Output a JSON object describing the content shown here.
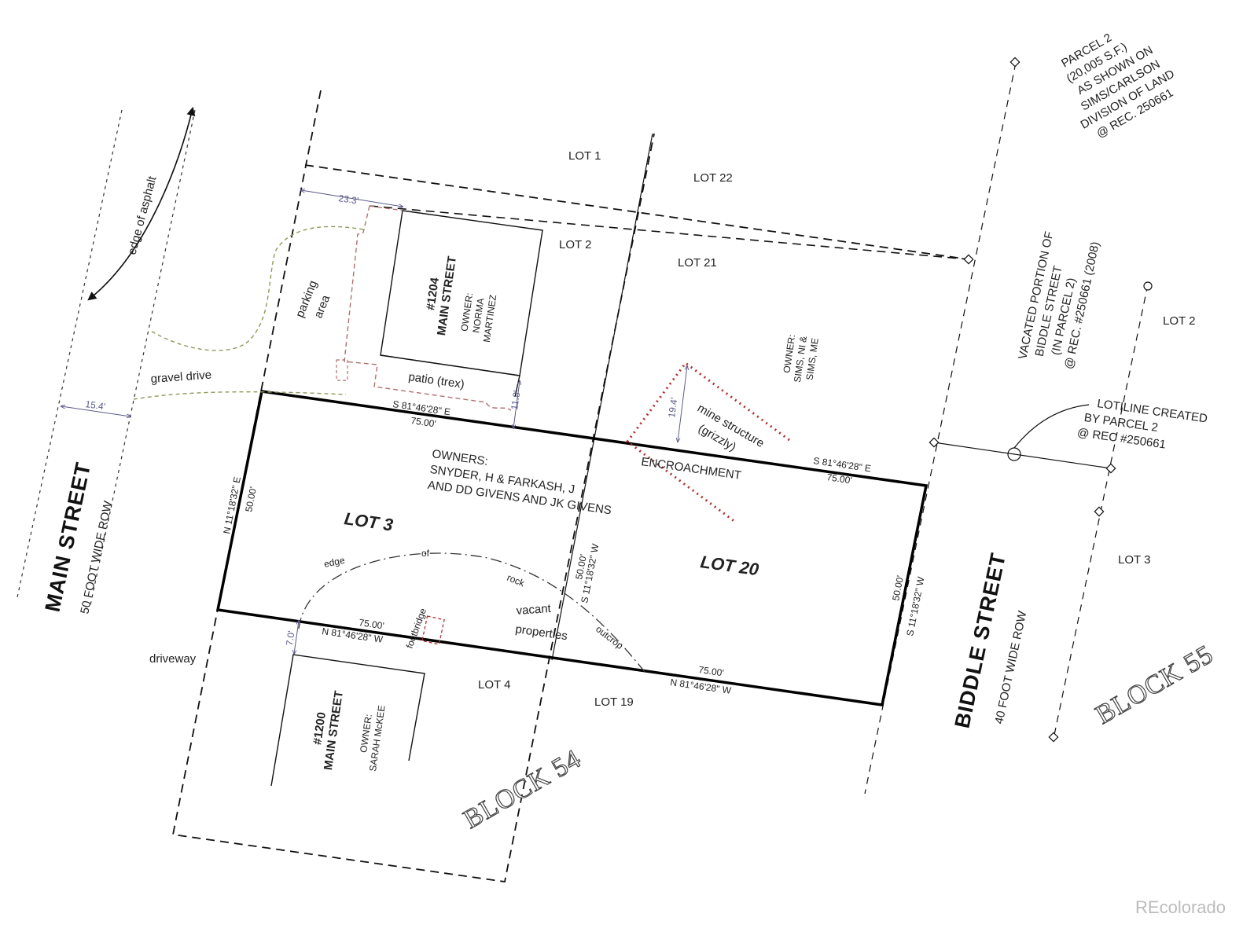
{
  "streets": {
    "main": {
      "name": "MAIN STREET",
      "row": "50 FOOT WIDE ROW"
    },
    "biddle": {
      "name": "BIDDLE STREET",
      "row": "40 FOOT WIDE ROW"
    }
  },
  "blocks": {
    "left": "BLOCK 54",
    "right": "BLOCK 55"
  },
  "lots": {
    "lot1": "LOT 1",
    "lot22": "LOT 22",
    "lot2": "LOT 2",
    "lot21": "LOT 21",
    "lot3": "LOT 3",
    "lot20": "LOT 20",
    "lot4": "LOT 4",
    "lot19": "LOT 19",
    "lot2_east": "LOT 2",
    "lot3_east": "LOT 3"
  },
  "subject_owners": [
    "OWNERS:",
    "SNYDER, H & FARKASH, J",
    "AND DD GIVENS AND JK GIVENS"
  ],
  "house_1204": {
    "address_num": "#1204",
    "address_street": "MAIN STREET",
    "owner_lines": [
      "OWNER:",
      "NORMA",
      "MARTINEZ"
    ]
  },
  "house_1200": {
    "address_num": "#1200",
    "address_street": "MAIN STREET",
    "owner_lines": [
      "OWNER:",
      "SARAH McKEE"
    ]
  },
  "lot21_owner_lines": [
    "OWNER:",
    "SIMS, NI &",
    "SIMS, ME"
  ],
  "bearings": {
    "north_line_bearing": "S 81°46'28\" E",
    "north_line_dist": "75.00'",
    "north_line_bearing_east": "S 81°46'28\" E",
    "north_line_dist_east": "75.00'",
    "south_line_bearing": "N 81°46'28\" W",
    "south_line_dist": "75.00'",
    "south_line_bearing_east": "N 81°46'28\" W",
    "south_line_dist_east": "75.00'",
    "west_line_bearing": "N 11°18'32\" E",
    "west_line_dist": "50.00'",
    "mid_line_bearing": "S 11°18'32\" W",
    "mid_line_dist": "50.00'",
    "east_line_bearing": "S 11°18'32\" W",
    "east_line_dist": "50.00'"
  },
  "dimensions": {
    "d233": "23.3'",
    "d154": "15.4'",
    "d118": "11.8'",
    "d194": "19.4'",
    "d70": "7.0'"
  },
  "labels": {
    "edge_asphalt": "edge of asphalt",
    "parking": [
      "parking",
      "area"
    ],
    "patio": "patio (trex)",
    "gravel": "gravel drive",
    "mine": [
      "mine structure",
      "(grizzly)"
    ],
    "encroachment": "ENCROACHMENT",
    "edge_rock": [
      "edge",
      "of",
      "rock",
      "outcrop"
    ],
    "footbridge": "footbridge",
    "vacant": [
      "vacant",
      "properties"
    ],
    "driveway": "driveway"
  },
  "notes": {
    "parcel2": [
      "PARCEL 2",
      "(20,005 S.F.)",
      "AS SHOWN ON",
      "SIMS/CARLSON",
      "DIVISION OF LAND",
      "@ REC. 250661"
    ],
    "vacated": [
      "VACATED PORTION OF",
      "BIDDLE STREET",
      "(IN PARCEL 2)",
      "@ REC. #250661 (2008)"
    ],
    "lotline": [
      "LOTILINE CREATED",
      "BY PARCEL 2",
      "@ REC #250661"
    ]
  },
  "watermark": "REcolorado",
  "colors": {
    "line": "#111111",
    "dim": "#5a5a8a",
    "mine": "#b03030",
    "patio": "#b07070",
    "gravel": "#8a9a5a"
  }
}
